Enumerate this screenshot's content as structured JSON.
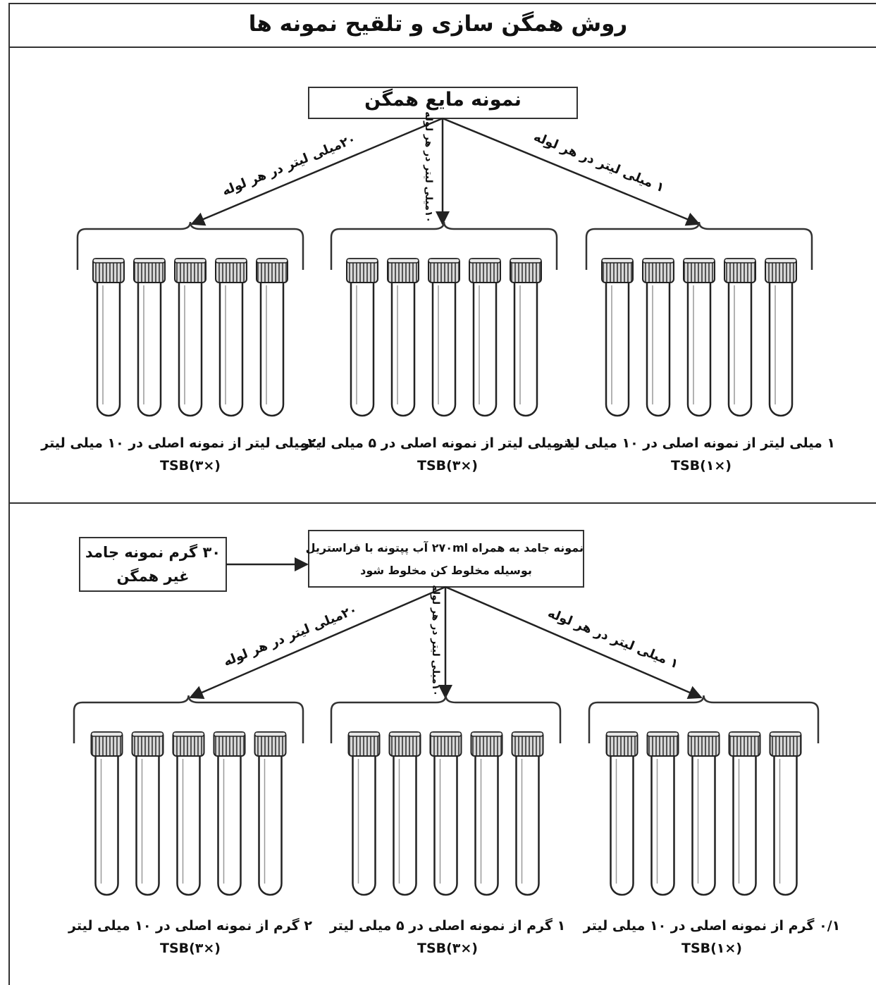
{
  "title": "روش همگن سازی و تلقیح نمونه ها",
  "top": {
    "source_box": "نمونه مایع همگن",
    "arrow_left": "۲۰میلی لیتر در هر لوله",
    "arrow_mid": "۱۰میلی لیتر در هر لوله",
    "arrow_right": "۱ میلی لیتر در هر لوله",
    "groups": [
      {
        "line1": "۲۰میلی لیتر از نمونه اصلی در ۱۰ میلی لیتر",
        "line2": "TSB(۳×)"
      },
      {
        "line1": "۱۰ میلی لیتر از نمونه اصلی در ۵ میلی لیتر",
        "line2": "TSB(۳×)"
      },
      {
        "line1": "۱ میلی لیتر از نمونه اصلی در ۱۰ میلی لیتر",
        "line2": "TSB(۱×)"
      }
    ]
  },
  "bottom": {
    "solid_box_line1": "۳۰ گرم نمونه جامد",
    "solid_box_line2": "غیر همگن",
    "mix_box_line1": "نمونه جامد به همراه ۲۷۰ml آب پپتونه با فراستریل",
    "mix_box_line2": "بوسیله مخلوط کن مخلوط شود",
    "arrow_left": "۲۰میلی لیتر در هر لوله",
    "arrow_mid": "۱۰میلی لیتر در هر لوله",
    "arrow_right": "۱ میلی لیتر در هر لوله",
    "groups": [
      {
        "line1": "۲ گرم از نمونه اصلی در ۱۰ میلی لیتر",
        "line2": "TSB(۳×)"
      },
      {
        "line1": "۱ گرم از نمونه اصلی در ۵ میلی لیتر",
        "line2": "TSB(۳×)"
      },
      {
        "line1": "۰/۱ گرم از نمونه اصلی در ۱۰ میلی لیتر",
        "line2": "TSB(۱×)"
      }
    ]
  }
}
